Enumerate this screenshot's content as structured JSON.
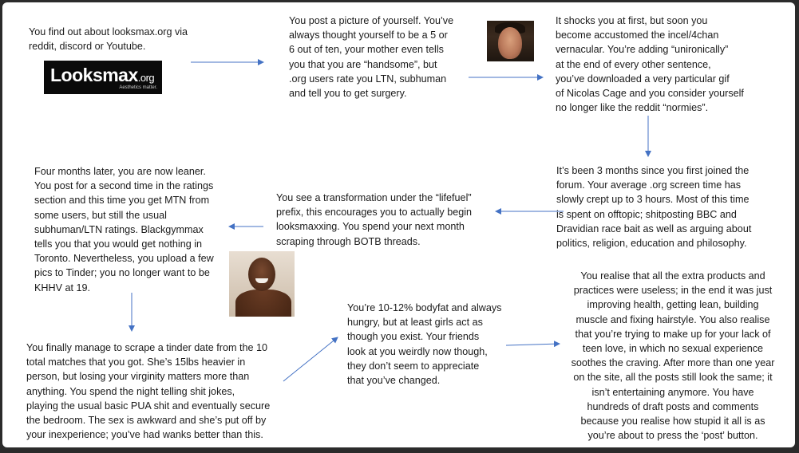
{
  "logo": {
    "main": "Looksmax",
    "suffix": ".org",
    "tagline": "Aesthetics matter."
  },
  "images": {
    "photo_1": "nicolas-cage-gif",
    "photo_2": "smiling-man-photo"
  },
  "colors": {
    "arrow": "#4472c4",
    "text": "#1a1a1a",
    "background": "#ffffff",
    "frame": "#2b2b2b"
  },
  "steps": [
    {
      "lines": [
        "You find out about looksmax.org via",
        "reddit, discord or Youtube."
      ]
    },
    {
      "lines": [
        "You post a picture of yourself. You’ve",
        "always thought yourself to be a 5 or",
        "6 out of ten, your mother even tells",
        "you that you are “handsome”, but",
        ".org users rate you LTN, subhuman",
        "and tell you to get surgery."
      ]
    },
    {
      "lines": [
        "It shocks you at first, but soon you",
        "become accustomed the incel/4chan",
        "vernacular. You’re adding “unironically”",
        "at the end of every other sentence,",
        "you’ve downloaded  a very particular gif",
        "of Nicolas Cage and you consider yourself",
        "no longer like the reddit “normies”."
      ]
    },
    {
      "lines": [
        "It’s been 3 months since you first joined the",
        "forum. Your average .org screen time has",
        "slowly crept up to 3 hours. Most of this time",
        "is spent on offtopic; shitposting BBC and",
        "Dravidian race bait as well as arguing about",
        "politics, religion, education and philosophy."
      ]
    },
    {
      "lines": [
        "You see a transformation under the “lifefuel”",
        "prefix, this encourages you to actually begin",
        "looksmaxxing.  You spend your next month",
        "scraping through BOTB threads."
      ]
    },
    {
      "lines": [
        "Four months later, you are now leaner.",
        "You post for a second time in the ratings",
        "section and this time you get MTN from",
        "some users, but still the usual",
        "subhuman/LTN ratings. Blackgymmax",
        "tells you that you would get nothing in",
        "Toronto. Nevertheless, you upload a few",
        "pics to Tinder; you no longer want to be",
        "KHHV at 19."
      ]
    },
    {
      "lines": [
        "You finally manage to scrape a tinder date from the 10",
        "total matches that you got. She’s 15lbs heavier in",
        "person, but losing your virginity matters more than",
        "anything.  You spend the night telling shit jokes,",
        "playing the usual basic PUA shit and eventually secure",
        "the bedroom. The sex is awkward and she’s put off by",
        "your inexperience;  you’ve had wanks better than this."
      ]
    },
    {
      "lines": [
        "You’re 10-12% bodyfat and always",
        "hungry, but at least girls act as",
        "though you exist. Your friends",
        "look at you weirdly now though,",
        "they don’t seem to appreciate",
        "that you’ve changed."
      ]
    },
    {
      "lines": [
        "You realise that all the extra products and",
        "practices were useless; in the end it was just",
        "improving health, getting lean, building",
        "muscle and fixing hairstyle. You also realise",
        "that you’re trying to make up for your lack of",
        "teen love, in which no sexual experience",
        "soothes the craving. After more than one year",
        "on the site, all the posts still look the same; it",
        "isn’t entertaining anymore. You have",
        "hundreds of draft posts and comments",
        "because you realise how stupid it all is as",
        "you’re about to press the ‘post’ button."
      ]
    }
  ]
}
